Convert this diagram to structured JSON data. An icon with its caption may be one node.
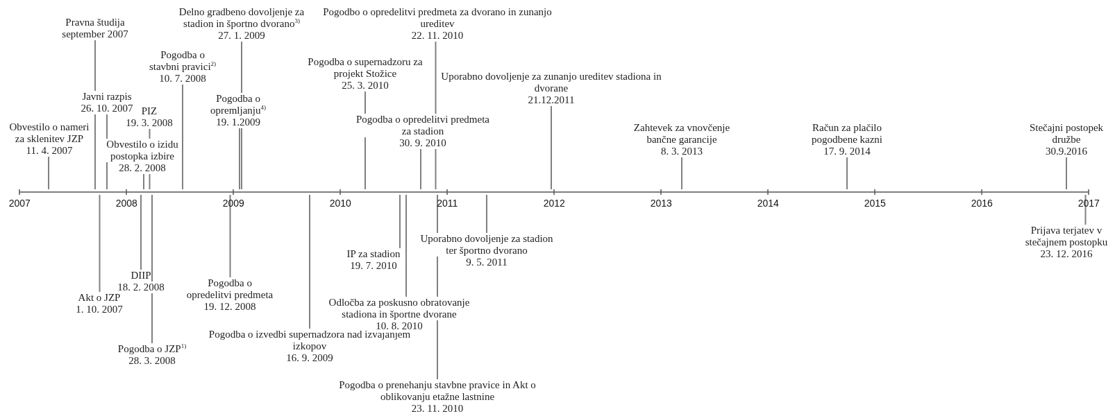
{
  "diagram": {
    "nodes": [
      {
        "text": [
          "Obvestilo o nameri za sklenitev JZP",
          "11. 4. 2007"
        ]
      },
      {
        "text": [
          "Pravna študija",
          "september 2007"
        ]
      },
      {
        "text": [
          "Javni razpis",
          "26. 10. 2007"
        ]
      },
      {
        "text": [
          "PIZ",
          "19. 3. 2008"
        ]
      },
      {
        "text": [
          "Obvestilo o izidu postopka izbire",
          "28. 2. 2008"
        ]
      },
      {
        "text": [
          "Pogodba o stavbni pravici$^{2)}$",
          "10. 7. 2008"
        ]
      },
      {
        "text": [
          "Delno gradbeno dovoljenje za stadion in športno dvorano$^{3)}$",
          "27. 1. 2009"
        ]
      },
      {
        "text": [
          "Pogodba o opremljanju$^{4)}$",
          "19. 1.2009"
        ]
      },
      {
        "text": [
          "Pogodba o supernadzoru za projekt Stožice",
          "25. 3. 2010"
        ]
      },
      {
        "text": [
          "Pogodbo o opredelitvi predmeta za dvorano in zunanjo ureditev",
          "22. 11. 2010"
        ]
      },
      {
        "text": [
          "Pogodba o opredelitvi predmeta za stadion",
          "30. 9. 2010"
        ]
      },
      {
        "text": [
          "Uporabno dovoljenje za zunanjo ureditev stadiona in dvorane",
          "21.12.2011"
        ]
      },
      {
        "text": [
          "Zahtevek za vnovčenje bančne garancije",
          "8. 3. 2013"
        ]
      },
      {
        "text": [
          "Račun za plačilo pogodbene kazni",
          "17. 9. 2014"
        ]
      },
      {
        "text": [
          "Stečajni postopek družbe",
          "30.9.2016"
        ]
      },
      {
        "text": [
          "Akt o JZP",
          "1. 10. 2007"
        ]
      },
      {
        "text": [
          "DIIP",
          "18. 2. 2008"
        ]
      },
      {
        "text": [
          "Pogodba o JZP$^{1)}$",
          "28. 3. 2008"
        ]
      },
      {
        "text": [
          "Pogodba o opredelitvi predmeta",
          "19. 12. 2008"
        ]
      },
      {
        "text": [
          "Pogodba o izvedbi supernadzora nad izvajanjem izkopov",
          "16. 9. 2009"
        ]
      },
      {
        "text": [
          "IP za stadion",
          "19. 7. 2010"
        ]
      },
      {
        "text": [
          "Odločba za poskusno obratovanje stadiona in športne dvorane",
          "10. 8. 2010"
        ]
      },
      {
        "text": [
          "Pogodba o prenehanju stavbne pravice in Akt o oblikovanju etažne lastnine",
          "23. 11. 2010"
        ]
      },
      {
        "text": [
          "Uporabno dovoljenje za stadion ter športno dvorano",
          "9. 5. 2011"
        ]
      },
      {
        "text": [
          "Prijava terjatev v stečajnem postopku",
          "23. 12. 2016"
        ]
      },
      {
        "text": [],
        "shape": "bar"
      }
    ],
    "edges": [
      {
        "from": 0,
        "to": 25,
        "arrow": "none"
      },
      {
        "from": 1,
        "to": 25,
        "arrow": "none"
      },
      {
        "from": 2,
        "to": 25,
        "arrow": "none"
      },
      {
        "from": 3,
        "to": 25,
        "arrow": "none"
      },
      {
        "from": 4,
        "to": 25,
        "arrow": "none"
      },
      {
        "from": 5,
        "to": 25,
        "arrow": "none"
      },
      {
        "from": 6,
        "to": 25,
        "arrow": "none"
      },
      {
        "from": 7,
        "to": 25,
        "arrow": "none"
      },
      {
        "from": 8,
        "to": 25,
        "arrow": "none"
      },
      {
        "from": 9,
        "to": 25,
        "arrow": "none"
      },
      {
        "from": 10,
        "to": 25,
        "arrow": "none"
      },
      {
        "from": 11,
        "to": 25,
        "arrow": "none"
      },
      {
        "from": 12,
        "to": 25,
        "arrow": "none"
      },
      {
        "from": 13,
        "to": 25,
        "arrow": "none"
      },
      {
        "from": 14,
        "to": 25,
        "arrow": "none"
      },
      {
        "from": 15,
        "to": 25,
        "arrow": "none"
      },
      {
        "from": 16,
        "to": 25,
        "arrow": "none"
      },
      {
        "from": 17,
        "to": 25,
        "arrow": "none"
      },
      {
        "from": 18,
        "to": 25,
        "arrow": "none"
      },
      {
        "from": 19,
        "to": 25,
        "arrow": "none"
      },
      {
        "from": 20,
        "to": 25,
        "arrow": "none"
      },
      {
        "from": 21,
        "to": 25,
        "arrow": "none"
      },
      {
        "from": 22,
        "to": 25,
        "arrow": "none"
      },
      {
        "from": 23,
        "to": 25,
        "arrow": "none"
      },
      {
        "from": 24,
        "to": 25,
        "arrow": "none"
      }
    ],
    "labels": [
      "2007",
      "2008",
      "2009",
      "2010",
      "2011",
      "2012",
      "2013",
      "2014",
      "2015",
      "2016",
      "2017"
    ]
  }
}
